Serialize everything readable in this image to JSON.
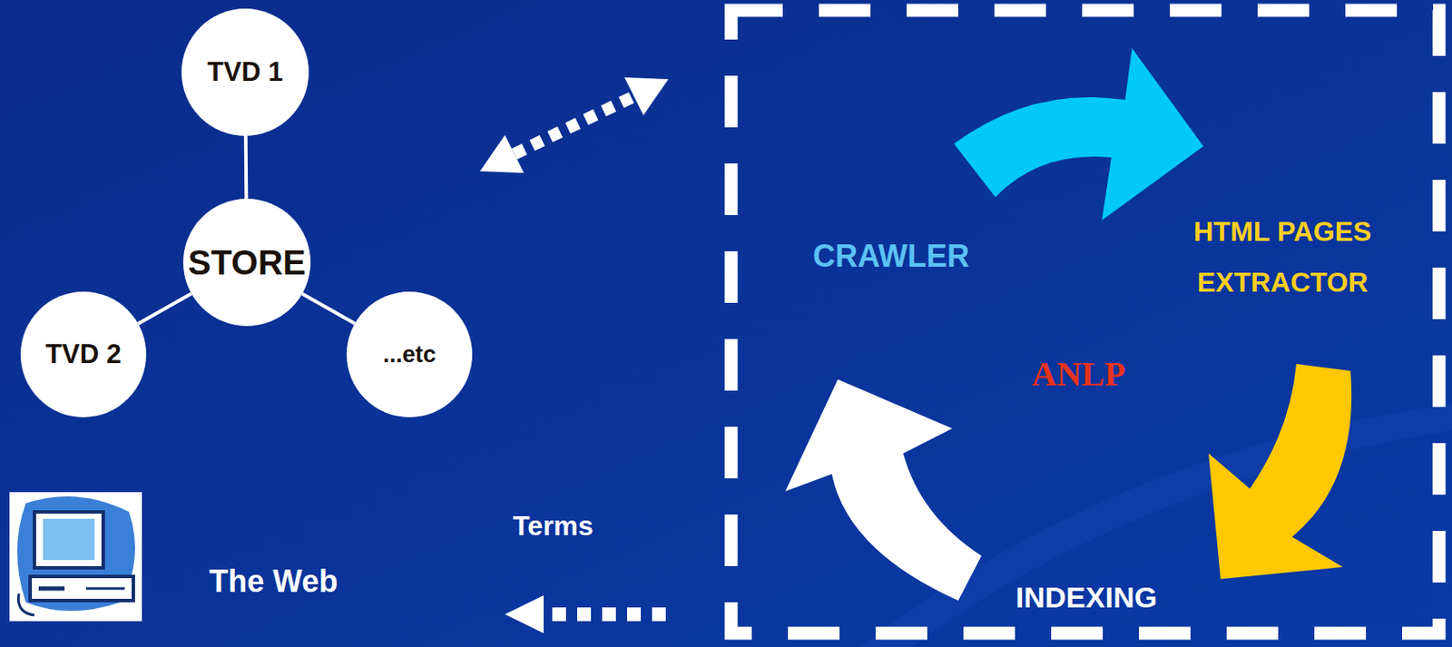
{
  "diagram": {
    "nodes": [
      {
        "text": [
          "TVD 1"
        ]
      },
      {
        "text": [
          "STORE"
        ]
      },
      {
        "text": [
          "TVD 2"
        ]
      },
      {
        "text": [
          "...etc"
        ]
      },
      {
        "text": [
          "CRAWLER",
          "HTML PAGES EXTRACTOR",
          "ANLP",
          "INDEXING"
        ]
      }
    ],
    "edges": [
      {
        "from": 1,
        "to": 0,
        "arrow": "none"
      },
      {
        "from": 1,
        "to": 2,
        "arrow": "none"
      },
      {
        "from": 1,
        "to": 3,
        "arrow": "none"
      }
    ],
    "labels": [
      "The Web",
      "Terms"
    ]
  }
}
